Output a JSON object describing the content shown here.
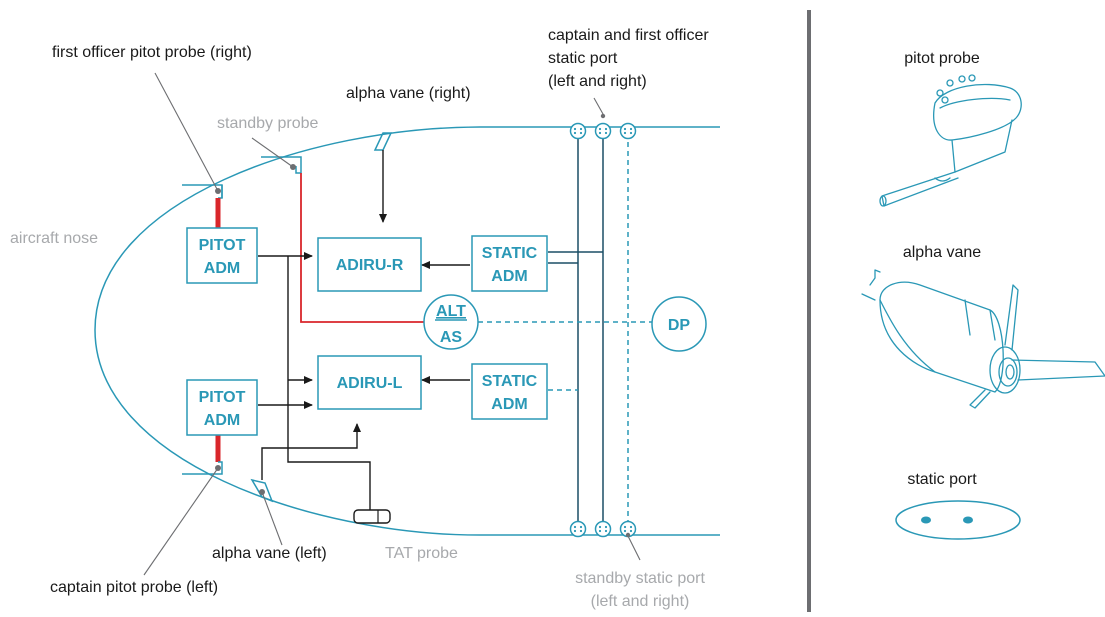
{
  "labels": {
    "fo_pitot": "first officer pitot probe (right)",
    "alpha_right": "alpha vane (right)",
    "standby_probe": "standby probe",
    "static_ports_1": "captain and first officer",
    "static_ports_2": "static port",
    "static_ports_3": "(left and right)",
    "aircraft_nose": "aircraft nose",
    "captain_pitot": "captain pitot probe (left)",
    "alpha_left": "alpha vane (left)",
    "tat_probe": "TAT probe",
    "standby_static_1": "standby static port",
    "standby_static_2": "(left and right)"
  },
  "boxes": {
    "pitot_adm_top_1": "PITOT",
    "pitot_adm_top_2": "ADM",
    "pitot_adm_bottom_1": "PITOT",
    "pitot_adm_bottom_2": "ADM",
    "adiru_r": "ADIRU-R",
    "adiru_l": "ADIRU-L",
    "static_adm_top_1": "STATIC",
    "static_adm_top_2": "ADM",
    "static_adm_bottom_1": "STATIC",
    "static_adm_bottom_2": "ADM",
    "alt": "ALT",
    "as": "AS",
    "dp": "DP"
  },
  "legend": {
    "pitot_probe": "pitot probe",
    "alpha_vane": "alpha vane",
    "static_port": "static port"
  },
  "colors": {
    "accent": "#2a98b6",
    "dark_line": "#1b4f66",
    "red_line": "#d9262b",
    "grey_text": "#a7a9ac"
  }
}
